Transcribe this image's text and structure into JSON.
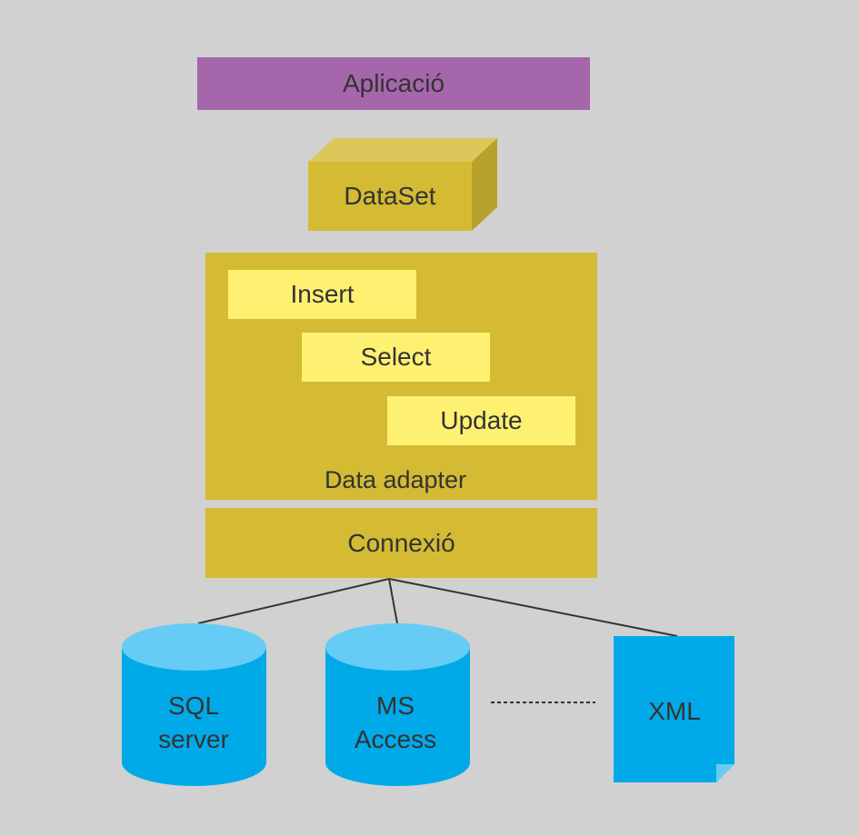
{
  "application": {
    "label": "Aplicació"
  },
  "dataset": {
    "label": "DataSet"
  },
  "data_adapter": {
    "label": "Data adapter",
    "commands": [
      {
        "label": "Insert"
      },
      {
        "label": "Select"
      },
      {
        "label": "Update"
      }
    ]
  },
  "connection": {
    "label": "Connexió"
  },
  "sources": [
    {
      "line1": "SQL",
      "line2": "server"
    },
    {
      "line1": "MS",
      "line2": "Access"
    },
    {
      "line1": "XML"
    }
  ],
  "colors": {
    "background": "#d1d1d1",
    "application": "#a666ab",
    "adapter": "#d4bb33",
    "command": "#fef171",
    "source_body": "#00aae8",
    "source_top": "#66ccf6",
    "text": "#333333"
  }
}
